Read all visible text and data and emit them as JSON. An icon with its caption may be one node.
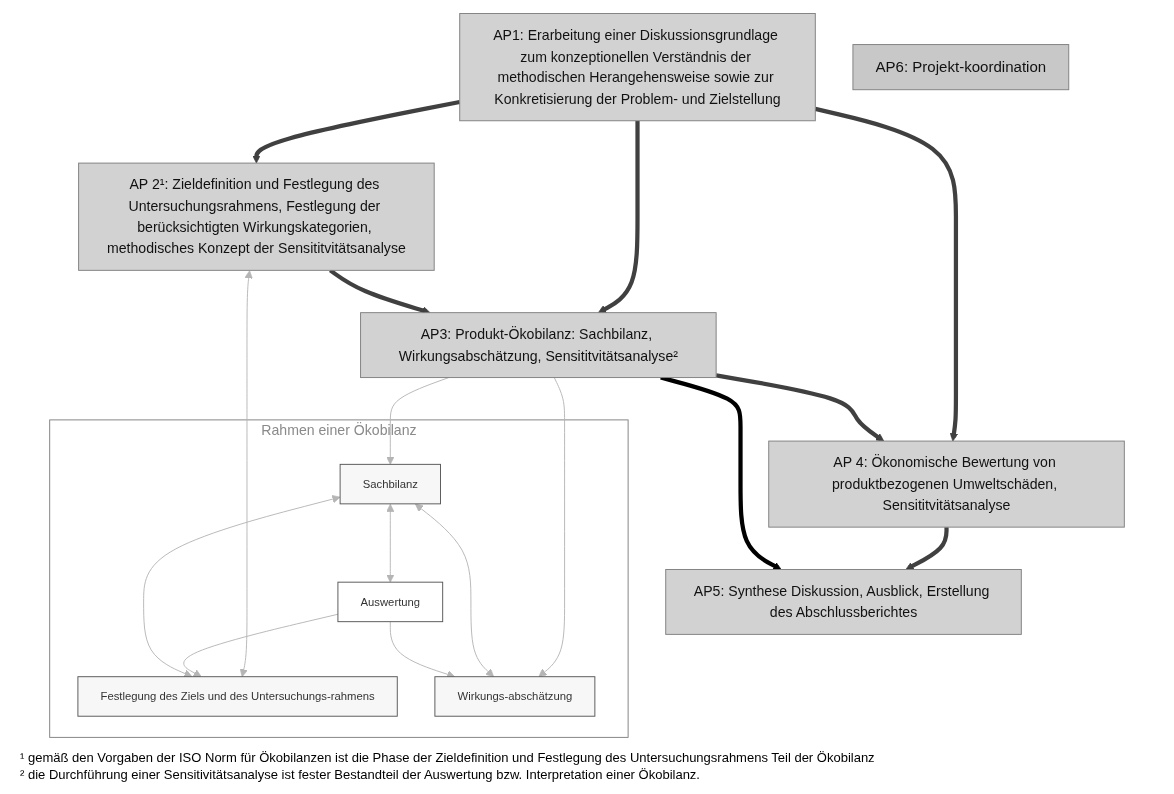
{
  "diagram": {
    "nodes": [
      {
        "text": [
          "AP1: Erarbeitung einer Diskussionsgrundlage zum konzeptionellen Verständnis der methodischen Herangehensweise sowie zur Konkretisierung der Problem- und Zielstellung"
        ]
      },
      {
        "text": [
          "AP 2¹: Zieldefinition und Festlegung des Untersuchungsrahmens, Festlegung der berücksichtigten Wirkungskategorien, methodisches Konzept der Sensititvitätsanalyse"
        ]
      },
      {
        "text": [
          "AP3: Produkt-Ökobilanz: Sachbilanz, Wirkungsabschätzung, Sensititvitätsanalyse²"
        ]
      },
      {
        "text": [
          "AP 4: Ökonomische Bewertung von produktbezogenen Umweltschäden, Sensititvitätsanalyse"
        ]
      },
      {
        "text": [
          "AP5: Synthese Diskussion, Ausblick, Erstellung des Abschlussberichtes"
        ]
      },
      {
        "text": [
          "Rahmen einer Ökobilanz"
        ]
      },
      {
        "text": [
          "Festlegung des Ziels und des Untersuchungs-rahmens"
        ],
        "in": 5
      },
      {
        "text": [
          "Sachbilanz"
        ],
        "in": 5
      },
      {
        "text": [
          "Wirkungs-abschätzung"
        ],
        "in": 5
      },
      {
        "text": [
          "Auswertung"
        ],
        "in": 5
      },
      {
        "text": [
          "AP6: Projekt-koordination"
        ]
      }
    ],
    "edges": [
      {
        "from": 0,
        "to": 1,
        "arrow": "to",
        "style": "thick",
        "color": "#404040"
      },
      {
        "from": 0,
        "to": 2,
        "arrow": "to",
        "style": "thick",
        "color": "#404040"
      },
      {
        "from": 0,
        "to": 3,
        "arrow": "to",
        "style": "thick",
        "color": "#404040"
      },
      {
        "from": 1,
        "to": 2,
        "arrow": "to",
        "style": "thick",
        "color": "#404040"
      },
      {
        "from": 2,
        "to": 3,
        "arrow": "to",
        "style": "thick",
        "color": "#404040"
      },
      {
        "from": 3,
        "to": 4,
        "arrow": "to",
        "style": "thick",
        "color": "#404040"
      },
      {
        "from": 2,
        "to": 4,
        "arrow": "to",
        "style": "thick",
        "color": "#000000"
      },
      {
        "from": 1,
        "to": 6,
        "arrow": "both"
      },
      {
        "from": 2,
        "to": 7,
        "arrow": "to"
      },
      {
        "from": 2,
        "to": 8,
        "arrow": "to"
      },
      {
        "from": 6,
        "to": 7,
        "arrow": "both"
      },
      {
        "from": 7,
        "to": 8,
        "arrow": "both"
      },
      {
        "from": 7,
        "to": 9,
        "arrow": "both"
      },
      {
        "from": 9,
        "to": 6,
        "arrow": "to"
      },
      {
        "from": 9,
        "to": 8,
        "arrow": "to"
      }
    ],
    "labels": [
      "¹ gemäß den Vorgaben der ISO Norm für Ökobilanzen ist die Phase der Zieldefinition und Festlegung des Untersuchungsrahmens Teil der Ökobilanz",
      "² die Durchführung einer Sensitivitätsanalyse ist fester Bestandteil der Auswertung bzw. Interpretation einer Ökobilanz."
    ]
  }
}
